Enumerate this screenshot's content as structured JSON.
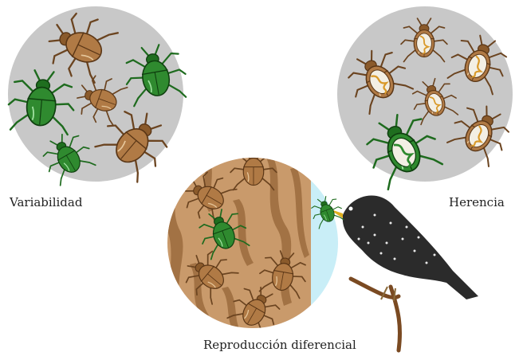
{
  "labels": {
    "variability": "Variabilidad",
    "inheritance": "Herencia",
    "differential_reproduction": "Reproducción diferencial"
  },
  "colors": {
    "circle_fill": "#c8c8c8",
    "beetle_brown": "#b07a45",
    "beetle_green": "#2f8a2f",
    "bark": "#c99a6b",
    "sky": "#c9eef7",
    "bird": "#2b2b2b"
  }
}
